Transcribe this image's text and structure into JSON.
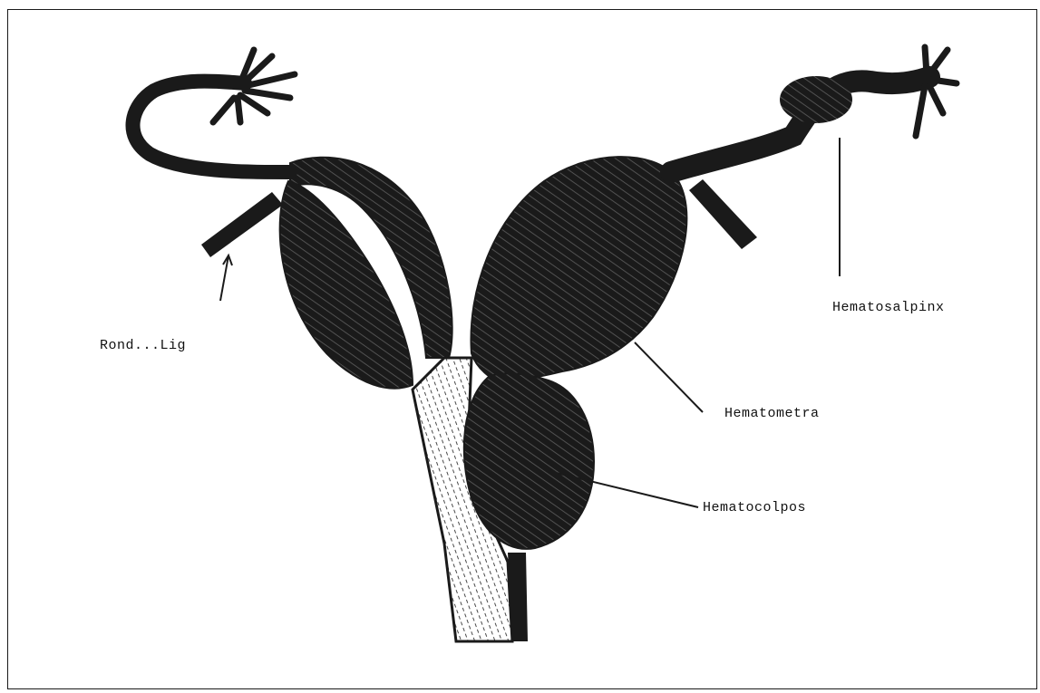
{
  "labels": {
    "round_ligament": "Rond...Lig",
    "hematosalpinx": "Hematosalpinx",
    "hematometra": "Hematometra",
    "hematocolpos": "Hematocolpos"
  },
  "colors": {
    "ink": "#1a1a1a",
    "paper": "#ffffff"
  }
}
